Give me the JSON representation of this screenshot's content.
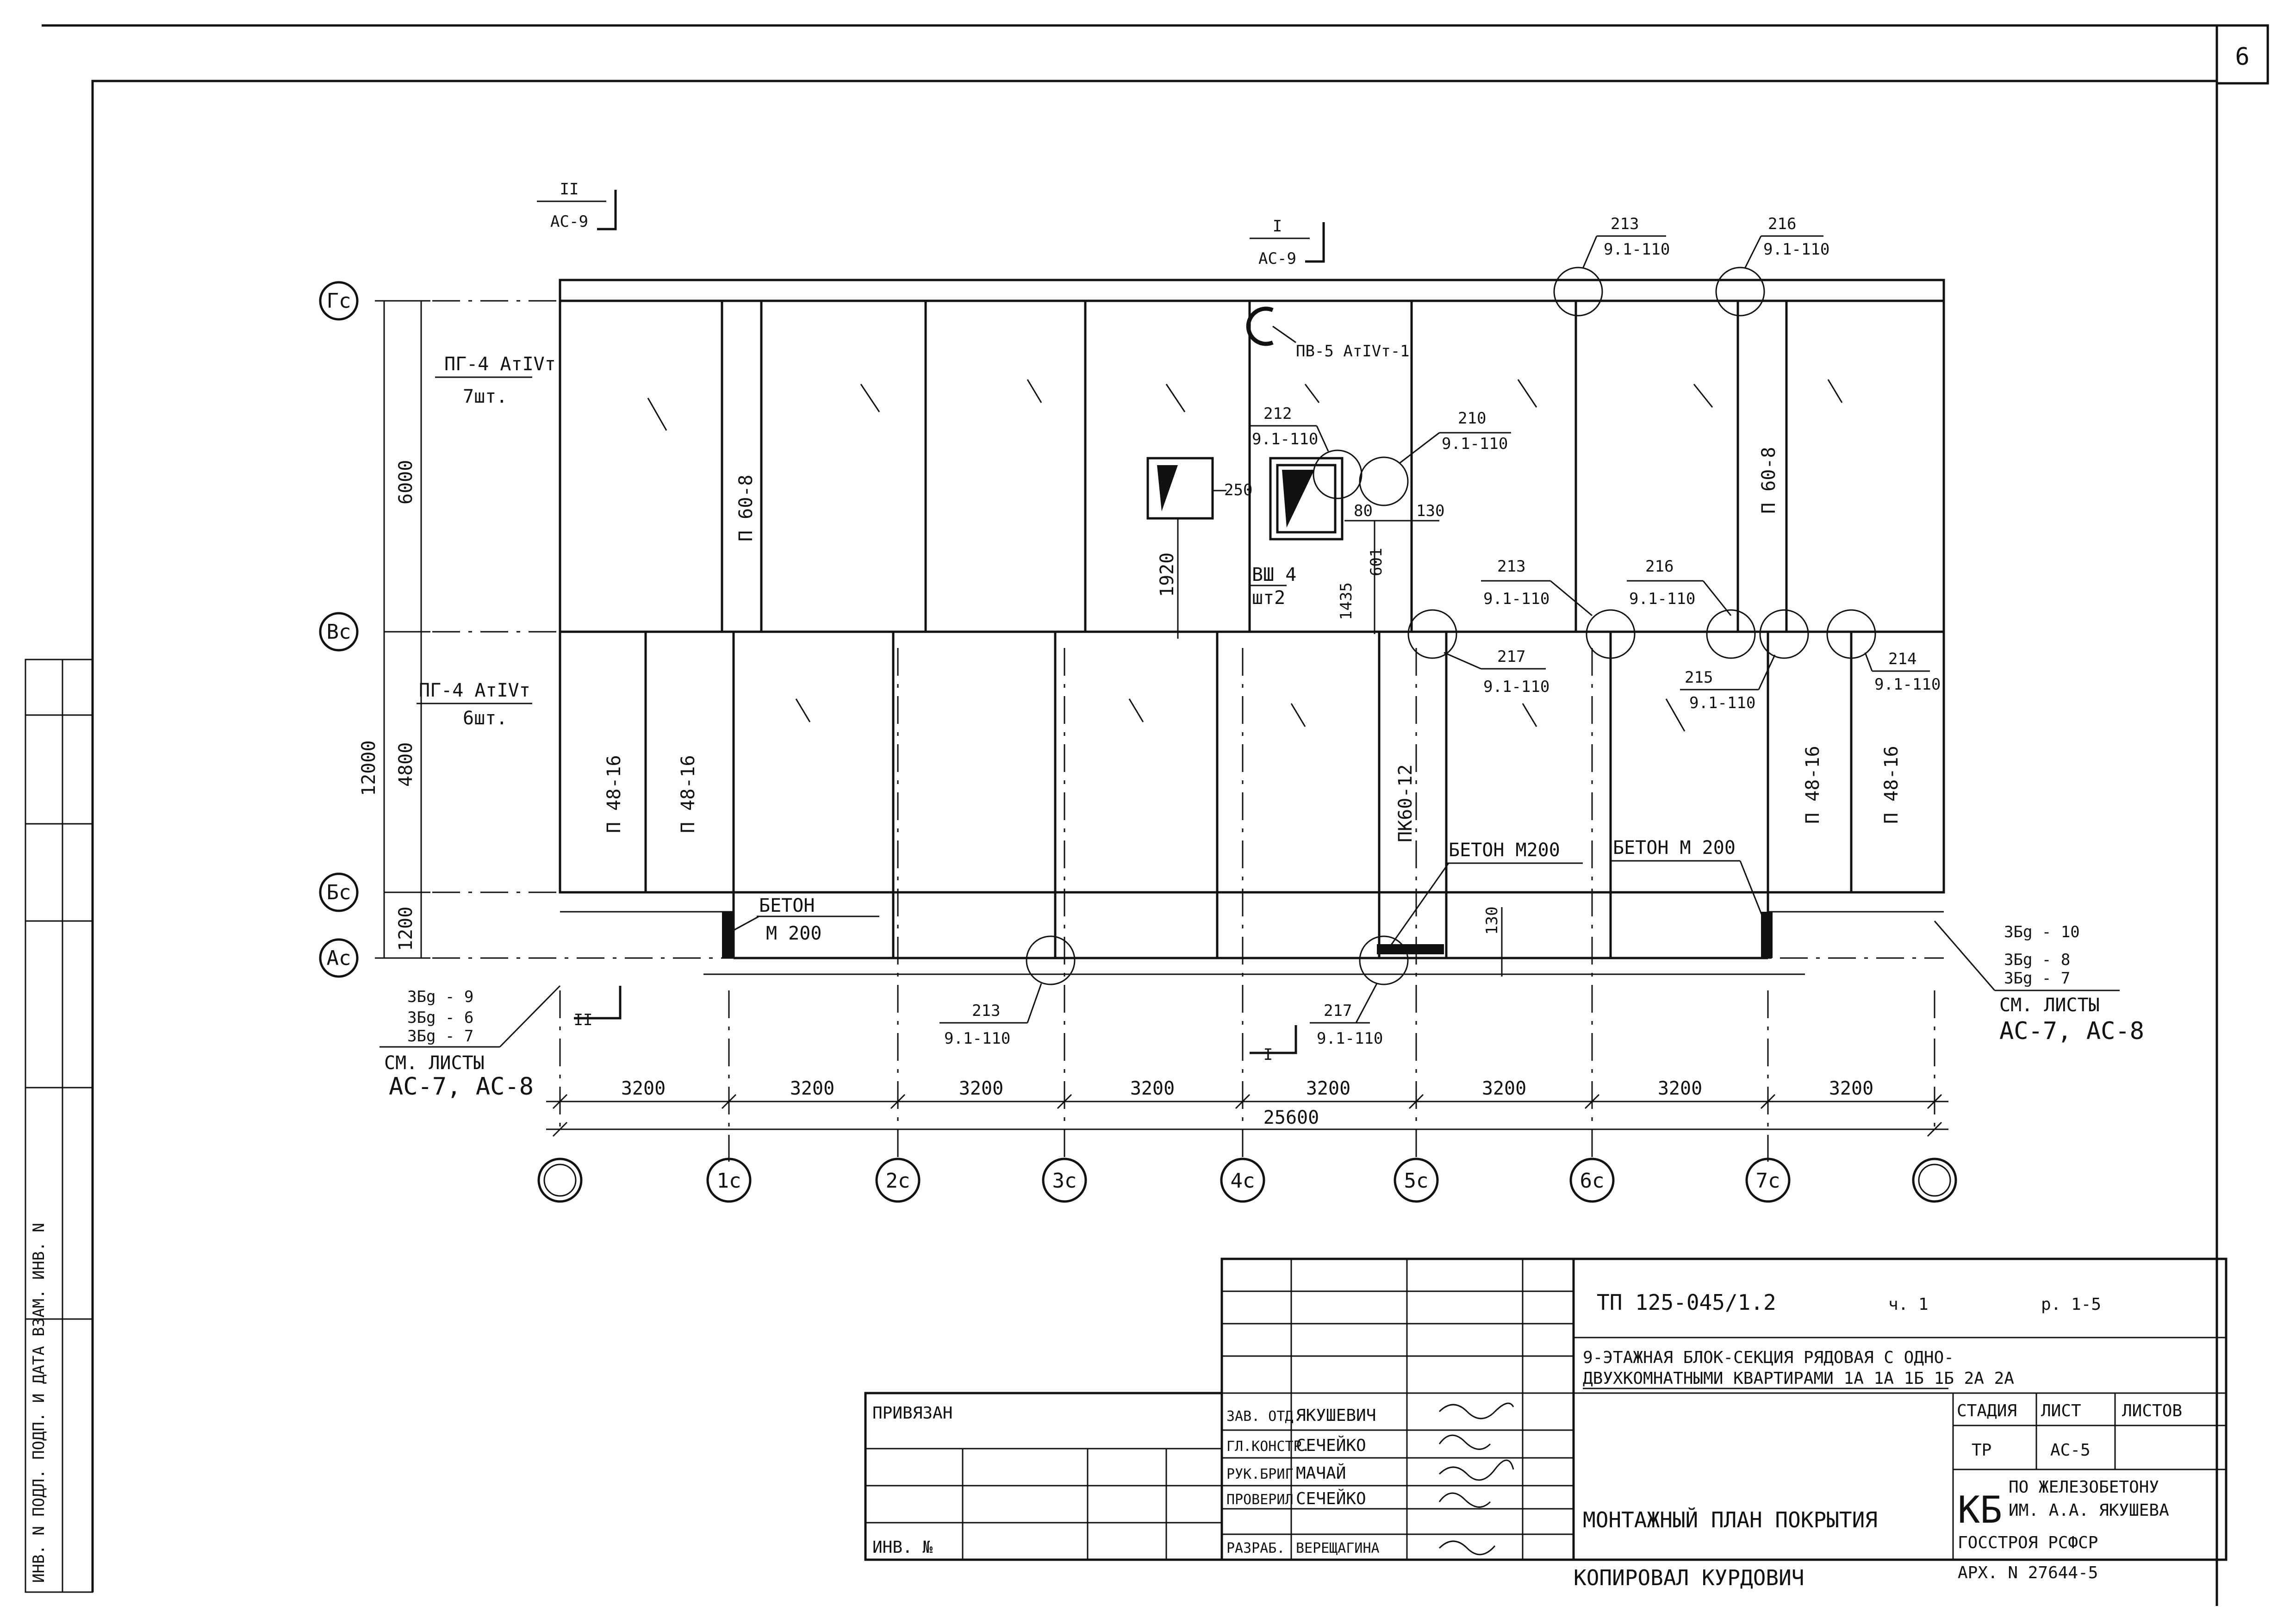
{
  "sheet": {
    "corner_mark": "6",
    "sheet_code": "ТП 125-045/1.2",
    "part": "ч. 1",
    "section": "р. 1-5",
    "title_line1": "9-ЭТАЖНАЯ БЛОК-СЕКЦИЯ РЯДОВАЯ С ОДНО-",
    "title_line2": "ДВУХКОМНАТНЫМИ КВАРТИРАМИ 1А 1А 1Б 1Б 2А 2А",
    "drawing_name": "МОНТАЖНЫЙ ПЛАН ПОКРЫТИЯ",
    "stage_label": "СТАДИЯ",
    "sheet_label": "ЛИСТ",
    "sheets_label": "ЛИСТОВ",
    "stage": "ТР",
    "sheet_no": "АС-5",
    "org_code": "КБ",
    "org_line1": "ПО ЖЕЛЕЗОБЕТОНУ",
    "org_line2": "ИМ. А.А. ЯКУШЕВА",
    "org_line3": "ГОССТРОЯ РСФСР",
    "tied_label": "ПРИВЯЗАН",
    "inv_label": "ИНВ. №",
    "copied": "КОПИРОВАЛ КУРДОВИЧ",
    "archive": "АРХ. N 27644-5",
    "left_margin_text": "ИНВ. N ПОДЛ. ПОДП. И ДАТА   ВЗАМ. ИНВ. N"
  },
  "signatures": [
    {
      "role": "ЗАВ. ОТД.",
      "name": "ЯКУШЕВИЧ"
    },
    {
      "role": "ГЛ.КОНСТР.",
      "name": "СЕЧЕЙКО"
    },
    {
      "role": "РУК.БРИГ.",
      "name": "МАЧАЙ"
    },
    {
      "role": "ПРОВЕРИЛ",
      "name": "СЕЧЕЙКО"
    },
    {
      "role": "РАЗРАБ.",
      "name": "ВЕРЕЩАГИНА"
    }
  ],
  "grid": {
    "rows": [
      "Гс",
      "Вс",
      "Бс",
      "Ас"
    ],
    "columns": [
      "",
      "1с",
      "2с",
      "3с",
      "4с",
      "5с",
      "6с",
      "7с",
      ""
    ],
    "spans": [
      "3200",
      "3200",
      "3200",
      "3200",
      "3200",
      "3200",
      "3200",
      "3200"
    ],
    "total": "25600",
    "left_dims": {
      "total": "12000",
      "d1": "6000",
      "d2": "4800",
      "d3": "1200"
    }
  },
  "sections": {
    "cut2_top": {
      "num": "II",
      "sheet": "АС-9"
    },
    "cut1_top": {
      "num": "I",
      "sheet": "АС-9"
    },
    "cut2_bottom": {
      "num": "II"
    },
    "cut1_bottom": {
      "num": "I"
    }
  },
  "slabs": {
    "pg_top": "ПГ-4 АтIVт",
    "pg_top_qty": "7шт.",
    "pg_mid": "ПГ-4 АтIVт",
    "pg_mid_qty": "6шт.",
    "p60_left": "П 60-8",
    "p60_right": "П 60-8",
    "p48_1": "П 48-16",
    "p48_2": "П 48-16",
    "p48_3": "П 48-16",
    "p48_4": "П 48-16",
    "pk": "ПК60-12",
    "pv": "ПВ-5 АтIVт-1",
    "vsh": "ВШ 4",
    "vsh_qty": "шт2"
  },
  "concrete": {
    "c1": "БЕТОН",
    "c1b": "М 200",
    "c2": "БЕТОН М200",
    "c3": "БЕТОН М 200"
  },
  "nodes": [
    {
      "num": "213",
      "ref": "9.1-110"
    },
    {
      "num": "216",
      "ref": "9.1-110"
    },
    {
      "num": "212",
      "ref": "9.1-110"
    },
    {
      "num": "210",
      "ref": "9.1-110"
    },
    {
      "num": "213",
      "ref": "9.1-110"
    },
    {
      "num": "216",
      "ref": "9.1-110"
    },
    {
      "num": "217",
      "ref": "9.1-110"
    },
    {
      "num": "215",
      "ref": "9.1-110"
    },
    {
      "num": "214",
      "ref": "9.1-110"
    },
    {
      "num": "213",
      "ref": "9.1-110"
    },
    {
      "num": "217",
      "ref": "9.1-110"
    }
  ],
  "dims_small": {
    "d250": "250",
    "d80": "80",
    "d130": "130",
    "d1920": "1920",
    "d1435": "1435",
    "d601": "601",
    "d130b": "130"
  },
  "beams_left": [
    "ЗБg - 9",
    "ЗБg - 6",
    "ЗБg - 7",
    "СМ. ЛИСТЫ",
    "АС-7, АС-8"
  ],
  "beams_right": [
    "ЗБg - 10",
    "ЗБg - 8",
    "ЗБg - 7",
    "СМ. ЛИСТЫ",
    "АС-7, АС-8"
  ]
}
